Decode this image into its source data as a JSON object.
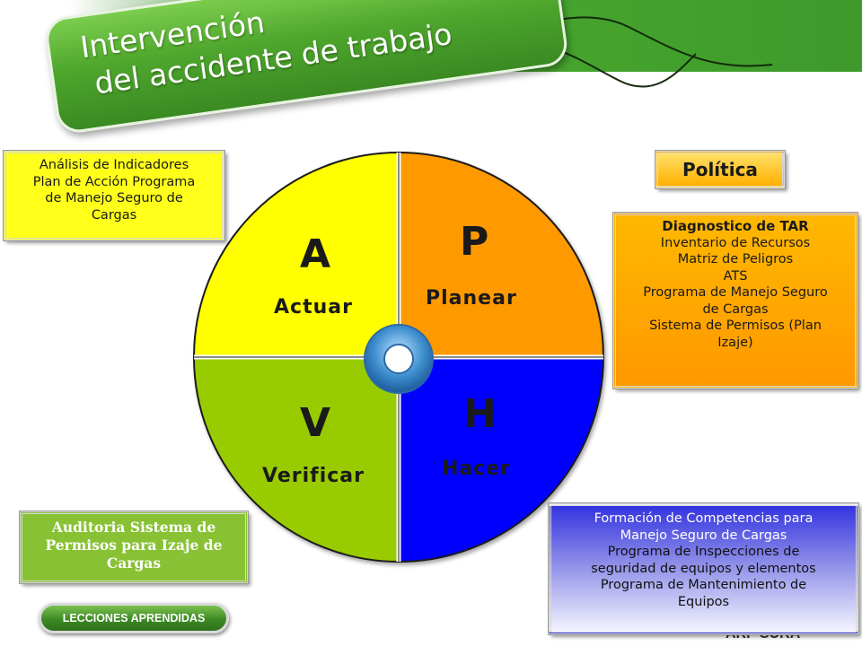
{
  "title": {
    "line1": "Intervención",
    "line2": "del accidente de trabajo"
  },
  "quadrants": {
    "act": {
      "letter": "A",
      "word": "Actuar",
      "color": "#ffff00"
    },
    "plan": {
      "letter": "P",
      "word": "Planear",
      "color": "#ff9900"
    },
    "check": {
      "letter": "V",
      "word": "Verificar",
      "color": "#99cc00"
    },
    "do": {
      "letter": "H",
      "word": "Hacer",
      "color": "#0000ff"
    }
  },
  "boxes": {
    "analisis": {
      "lines": [
        "Análisis de Indicadores",
        "Plan de Acción Programa",
        "de Manejo Seguro de",
        "Cargas"
      ]
    },
    "politica": {
      "label": "Política"
    },
    "diagnostico": {
      "header": "Diagnostico de TAR",
      "lines": [
        "Inventario de Recursos",
        "Matriz de Peligros",
        "ATS",
        "Programa de Manejo Seguro",
        "de Cargas",
        "Sistema de Permisos (Plan",
        "Izaje)"
      ]
    },
    "auditoria": {
      "lines": [
        "Auditoria Sistema de",
        "Permisos para Izaje de",
        "Cargas"
      ]
    },
    "formacion": {
      "header_lines": [
        "Formación de Competencias para",
        "Manejo Seguro de Cargas"
      ],
      "lines": [
        "Programa de Inspecciones de",
        "seguridad de equipos y elementos",
        "Programa de Mantenimiento de",
        "Equipos"
      ]
    }
  },
  "button": {
    "label": "LECCIONES APRENDIDAS"
  },
  "footer": {
    "text": "ARP SURA"
  }
}
